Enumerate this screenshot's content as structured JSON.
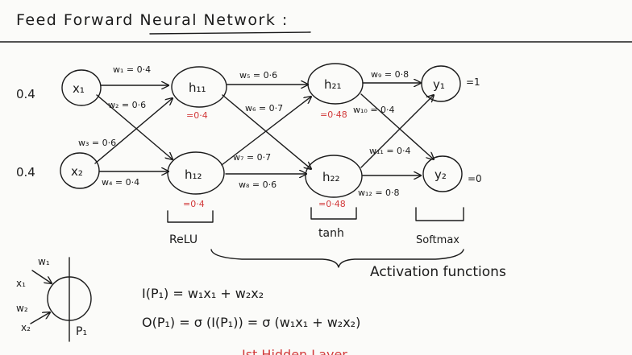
{
  "title": "Feed Forward Neural Network :",
  "network": {
    "inputs": [
      {
        "value": "0.4",
        "name": "x₁"
      },
      {
        "value": "0.4",
        "name": "x₂"
      }
    ],
    "hidden1": [
      {
        "name": "h₁₁",
        "value": "=0·4"
      },
      {
        "name": "h₁₂",
        "value": "=0·4"
      }
    ],
    "hidden2": [
      {
        "name": "h₂₁",
        "value": "=0·48"
      },
      {
        "name": "h₂₂",
        "value": "=0·48"
      }
    ],
    "outputs": [
      {
        "name": "y₁",
        "value": "=1"
      },
      {
        "name": "y₂",
        "value": "=0"
      }
    ],
    "weights": {
      "w1": "w₁ = 0·4",
      "w2": "w₂ = 0·6",
      "w3": "w₃ = 0·6",
      "w4": "w₄ = 0·4",
      "w5": "w₅ = 0·6",
      "w6": "w₆ = 0·7",
      "w7": "w₇ = 0·7",
      "w8": "w₈ = 0·6",
      "w9": "w₉ = 0·8",
      "w10": "w₁₀ = 0·4",
      "w11": "w₁₁ = 0·4",
      "w12": "w₁₂ = 0·8"
    },
    "activations": [
      "ReLU",
      "tanh",
      "Softmax"
    ],
    "activations_label": "Activation functions"
  },
  "perceptron": {
    "w1": "w₁",
    "x1": "x₁",
    "w2": "w₂",
    "x2": "x₂",
    "node": "P₁"
  },
  "equations": {
    "input": "I(P₁) = w₁x₁ + w₂x₂",
    "output": "O(P₁) = σ (I(P₁)) = σ (w₁x₁ + w₂x₂)"
  },
  "footer": "Ist Hidden Layer",
  "colors": {
    "ink": "#1b1b1b",
    "accent": "#d23a3a",
    "paper": "#fbfbf9"
  }
}
